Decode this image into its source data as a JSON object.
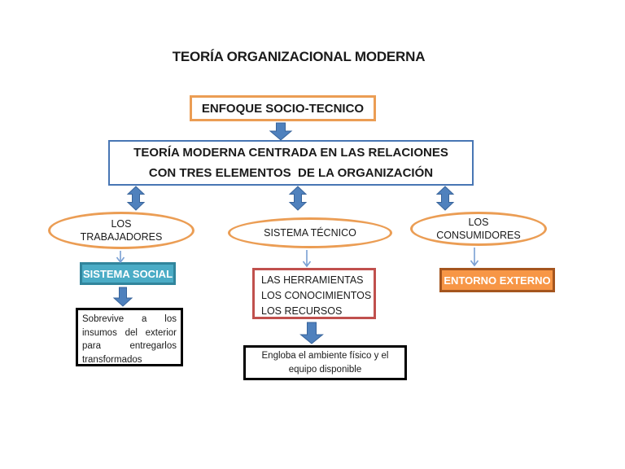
{
  "title": "TEORÍA ORGANIZACIONAL MODERNA",
  "diagram": {
    "enfoque": {
      "label": "ENFOQUE SOCIO-TECNICO"
    },
    "teoria": {
      "lines": [
        "TEORÍA MODERNA CENTRADA EN LAS RELACIONES",
        "CON TRES ELEMENTOS  DE LA ORGANIZACIÓN"
      ]
    },
    "trabajadores": {
      "lines": [
        "LOS",
        "TRABAJADORES"
      ]
    },
    "sistema_tecnico": {
      "label": "SISTEMA TÉCNICO"
    },
    "consumidores": {
      "lines": [
        "LOS",
        "CONSUMIDORES"
      ]
    },
    "sistema_social": {
      "label": "SISTEMA SOCIAL"
    },
    "herramientas": {
      "lines": [
        "LAS HERRAMIENTAS",
        "LOS CONOCIMIENTOS",
        "LOS RECURSOS"
      ]
    },
    "entorno_externo": {
      "label": "ENTORNO EXTERNO"
    },
    "sobrevive": {
      "lines": [
        "Sobrevive a los",
        "insumos del exterior",
        "para entregarlos",
        "transformados"
      ]
    },
    "engloba": {
      "lines": [
        "Engloba el ambiente físico y el",
        "equipo disponible"
      ]
    }
  },
  "colors": {
    "orange_outline": "#EB9D54",
    "blue_outline": "#4876B4",
    "arrow_blue_fill": "#4F81BD",
    "arrow_blue_dark": "#38649B",
    "thin_arrow_blue": "#7AA0D4",
    "teal_fill": "#4BACC6",
    "teal_border": "#31859C",
    "orange_fill": "#F79646",
    "orange_fill_border": "#A5551E",
    "red_outline": "#C0504D",
    "black_outline": "#000000"
  }
}
